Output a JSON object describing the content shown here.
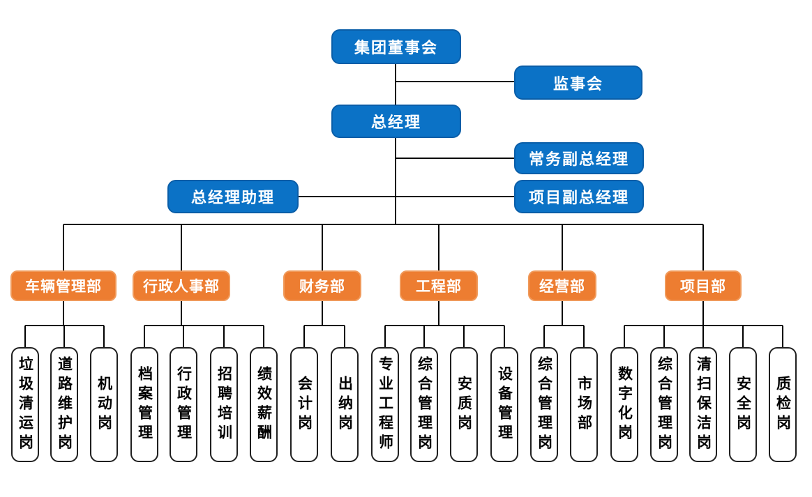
{
  "page": {
    "background": "#FFFFFF"
  },
  "palette": {
    "executive_fill": "#0B72C6",
    "executive_border": "#0A5EA8",
    "executive_text": "#FFFFFF",
    "department_fill": "#ED7D31",
    "department_border": "#F09A5B",
    "department_text": "#FFFFFF",
    "position_fill": "#FFFFFF",
    "position_border": "#1F1F1F",
    "position_text": "#000000",
    "connector": "#000000"
  },
  "org": {
    "executives": [
      {
        "id": "board-of-directors",
        "label": "集团董事会"
      },
      {
        "id": "supervisory-board",
        "label": "监事会"
      },
      {
        "id": "general-manager",
        "label": "总经理"
      },
      {
        "id": "executive-deputy-gm",
        "label": "常务副总经理"
      },
      {
        "id": "gm-assistant",
        "label": "总经理助理"
      },
      {
        "id": "project-deputy-gm",
        "label": "项目副总经理"
      }
    ],
    "departments": [
      {
        "id": "vehicle-management-dept",
        "label": "车辆管理部",
        "posts": [
          "垃圾清运岗",
          "道路维护岗",
          "机动岗"
        ]
      },
      {
        "id": "admin-hr-dept",
        "label": "行政人事部",
        "posts": [
          "档案管理",
          "行政管理",
          "招聘培训",
          "绩效薪酬"
        ]
      },
      {
        "id": "finance-dept",
        "label": "财务部",
        "posts": [
          "会计岗",
          "出纳岗"
        ]
      },
      {
        "id": "engineering-dept",
        "label": "工程部",
        "posts": [
          "专业工程师",
          "综合管理岗",
          "安质岗",
          "设备管理"
        ]
      },
      {
        "id": "operations-dept",
        "label": "经营部",
        "posts": [
          "综合管理岗",
          "市场部"
        ]
      },
      {
        "id": "project-dept",
        "label": "项目部",
        "posts": [
          "数字化岗",
          "综合管理岗",
          "清扫保洁岗",
          "安全岗",
          "质检岗"
        ]
      }
    ]
  }
}
